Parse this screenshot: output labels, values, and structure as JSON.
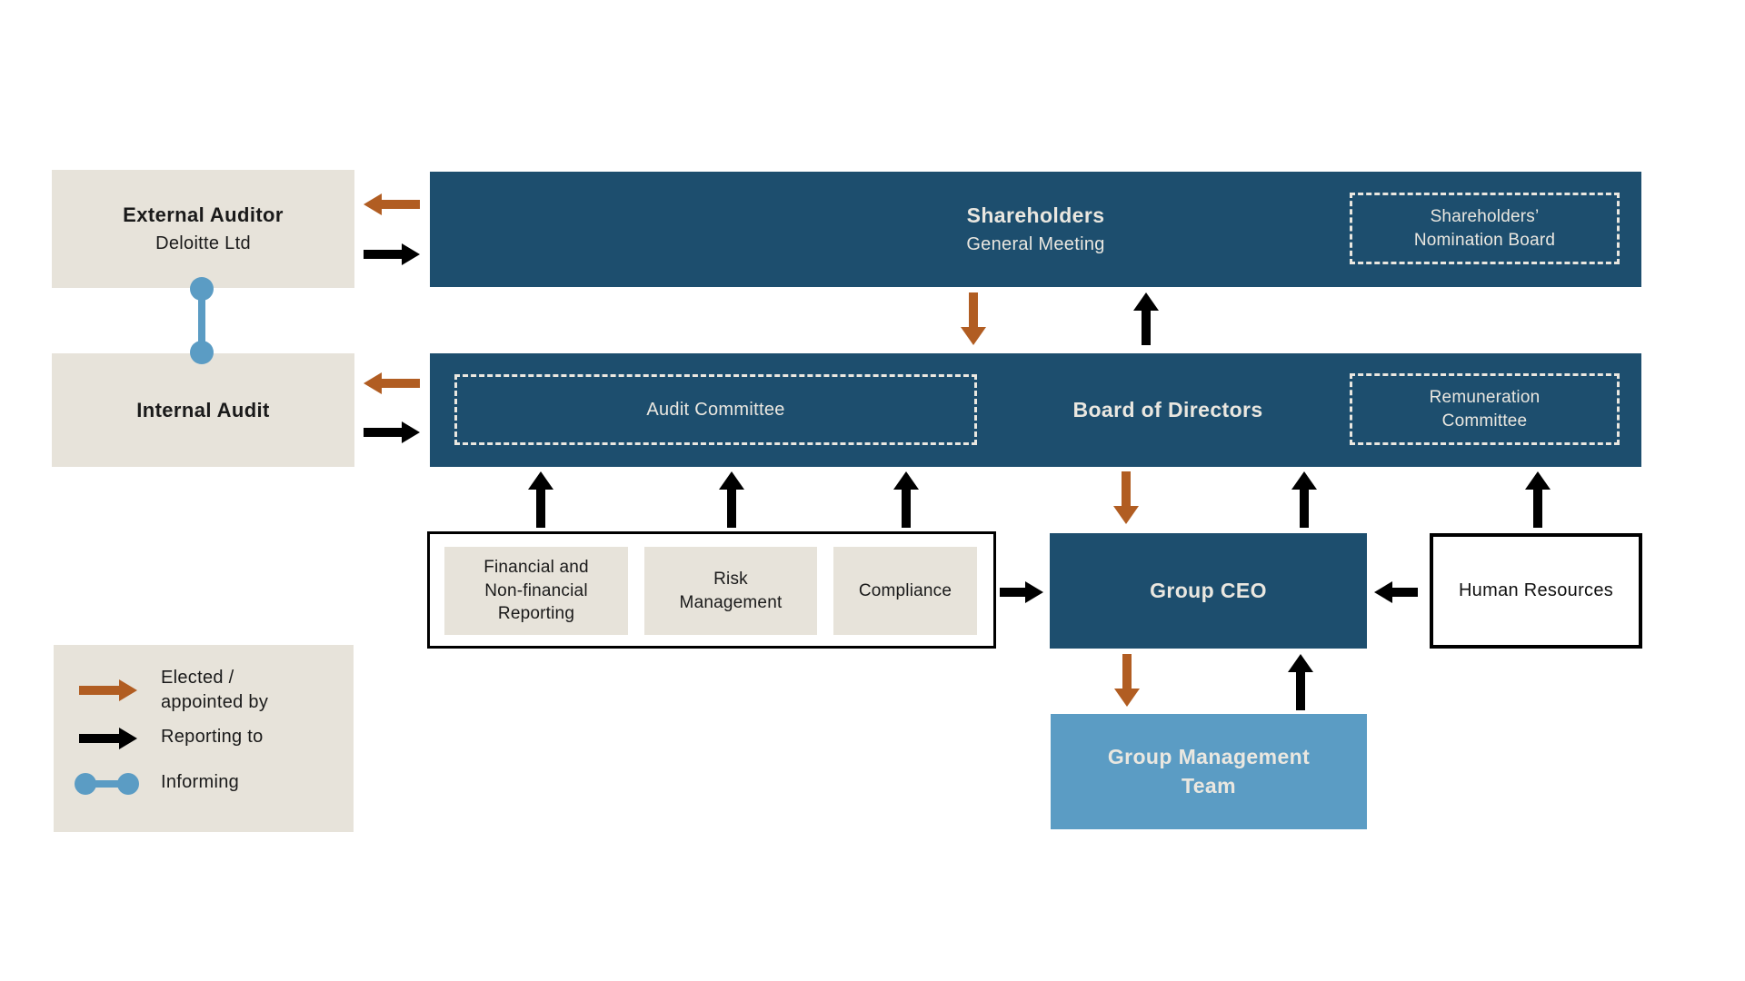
{
  "diagram": {
    "external_auditor": {
      "title": "External Auditor",
      "subtitle": "Deloitte Ltd"
    },
    "internal_audit": {
      "title": "Internal Audit"
    },
    "shareholders": {
      "title": "Shareholders",
      "subtitle": "General Meeting"
    },
    "nomination_board": {
      "label": "Shareholders’\nNomination Board"
    },
    "board": {
      "title": "Board of Directors"
    },
    "audit_committee": {
      "label": "Audit Committee"
    },
    "remuneration_committee": {
      "label": "Remuneration\nCommittee"
    },
    "reporting_functions": {
      "items": [
        {
          "label": "Financial and\nNon-financial\nReporting"
        },
        {
          "label": "Risk\nManagement"
        },
        {
          "label": "Compliance"
        }
      ]
    },
    "group_ceo": {
      "title": "Group CEO"
    },
    "human_resources": {
      "title": "Human Resources"
    },
    "group_management_team": {
      "title": "Group Management\nTeam"
    }
  },
  "legend": {
    "elected": {
      "label": "Elected /\nappointed by"
    },
    "reporting": {
      "label": "Reporting to"
    },
    "informing": {
      "label": "Informing"
    }
  },
  "colors": {
    "dark_blue": "#1d4e6e",
    "light_blue": "#5b9cc4",
    "beige": "#e7e3da",
    "orange": "#b15d22",
    "arrow_black": "#000000",
    "off_white": "#eae7e0"
  }
}
